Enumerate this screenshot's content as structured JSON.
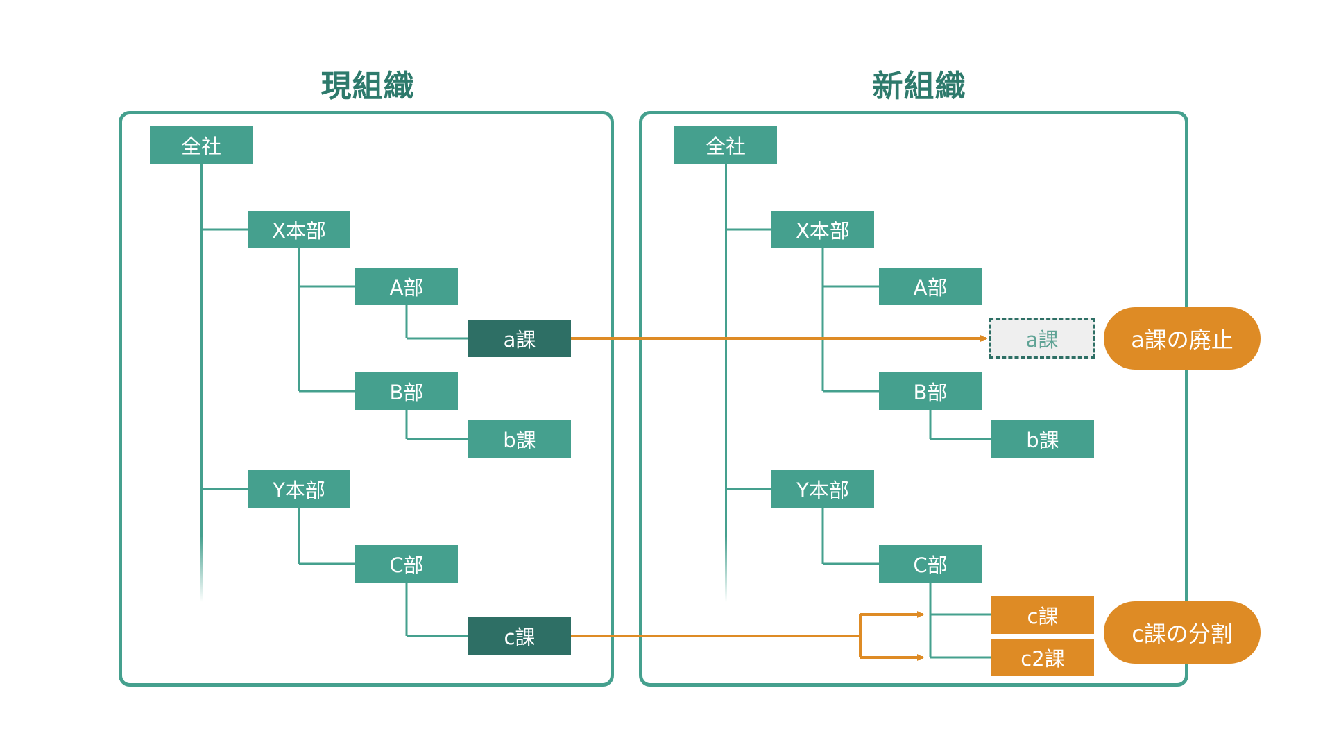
{
  "titles": {
    "current": "現組織",
    "new": "新組織"
  },
  "current_org": {
    "company": "全社",
    "x_division": "X本部",
    "dept_a": "A部",
    "section_a": "a課",
    "dept_b": "B部",
    "section_b": "b課",
    "y_division": "Y本部",
    "dept_c": "C部",
    "section_c": "c課"
  },
  "new_org": {
    "company": "全社",
    "x_division": "X本部",
    "dept_a": "A部",
    "section_a_removed": "a課",
    "dept_b": "B部",
    "section_b": "b課",
    "y_division": "Y本部",
    "dept_c": "C部",
    "section_c": "c課",
    "section_c2": "c2課"
  },
  "callouts": {
    "abolish": "a課の廃止",
    "split": "c課の分割"
  },
  "colors": {
    "teal": "#45a08e",
    "dark_teal": "#2e6f65",
    "orange": "#de8b25",
    "title": "#2e7a6c"
  }
}
